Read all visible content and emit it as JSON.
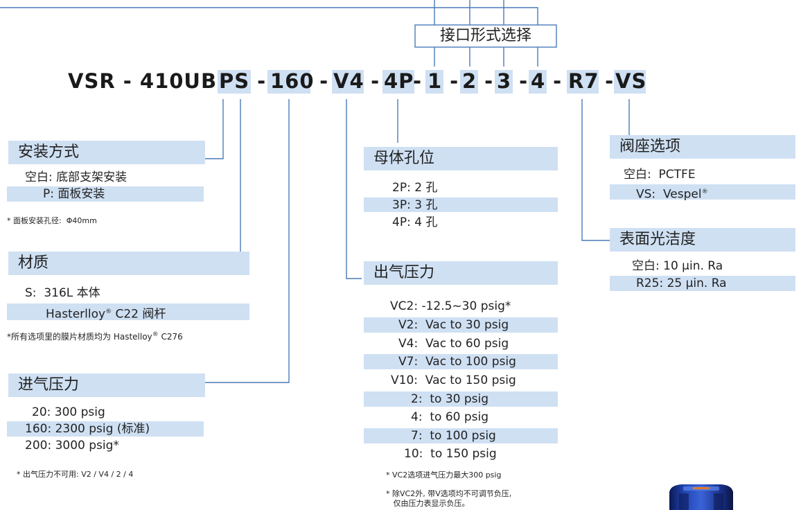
{
  "interface_box": {
    "label": "接口形式选择"
  },
  "code": {
    "p1": "VSR - 410UB",
    "p2": "PS",
    "p3": " - ",
    "p4": "160",
    "p5": " - ",
    "p6": "V4",
    "p7": " - ",
    "p8": "4P",
    "p9": "- ",
    "p10": "1",
    "p11": " - ",
    "p12": "2",
    "p13": " - ",
    "p14": "3",
    "p15": " - ",
    "p16": "4",
    "p17": " - ",
    "p18": "R7",
    "p19": " -",
    "p20": "VS"
  },
  "mounting": {
    "title": "安装方式",
    "options": [
      "空白: 底部支架安装",
      "P: 面板安装"
    ],
    "note": "* 面板安装孔径:  Φ40mm"
  },
  "material": {
    "title": "材质",
    "options": [
      "S:  316L 本体",
      "Hasterlloy",
      "®",
      " C22 阀杆"
    ],
    "note_a": "*所有选项里的膜片材质均为 Hastelloy",
    "note_sup": "®",
    "note_b": " C276"
  },
  "inlet": {
    "title": "进气压力",
    "options": [
      "20: 300 psig",
      "160: 2300 psig (标准)",
      "200: 3000 psig*"
    ],
    "note": "* 出气压力不可用: V2 / V4 / 2 / 4"
  },
  "body_ports": {
    "title": "母体孔位",
    "options": [
      "2P: 2 孔",
      "3P: 3 孔",
      "4P: 4 孔"
    ]
  },
  "outlet": {
    "title": "出气压力",
    "options": [
      "VC2: -12.5~30 psig*",
      "V2:  Vac to 30 psig",
      "V4:  Vac to 60 psig",
      "V7:  Vac to 100 psig",
      "V10:  Vac to 150 psig",
      "2:  to 30 psig",
      "4:  to 60 psig",
      "7:  to 100 psig",
      "10:  to 150 psig"
    ],
    "note1": "* VC2选项进气压力最大300 psig",
    "note2": "* 除VC2外, 带V选项均不可调节负压,\n   仅由压力表显示负压。"
  },
  "seat": {
    "title": "阀座选项",
    "options": [
      "空白:  PCTFE",
      "VS:  Vespel",
      "®"
    ]
  },
  "finish": {
    "title": "表面光洁度",
    "options": [
      "空白: 10 µin. Ra",
      "R25: 25 µin. Ra"
    ]
  },
  "colors": {
    "band": "#cfe0f3",
    "line": "#4a7ab8"
  }
}
